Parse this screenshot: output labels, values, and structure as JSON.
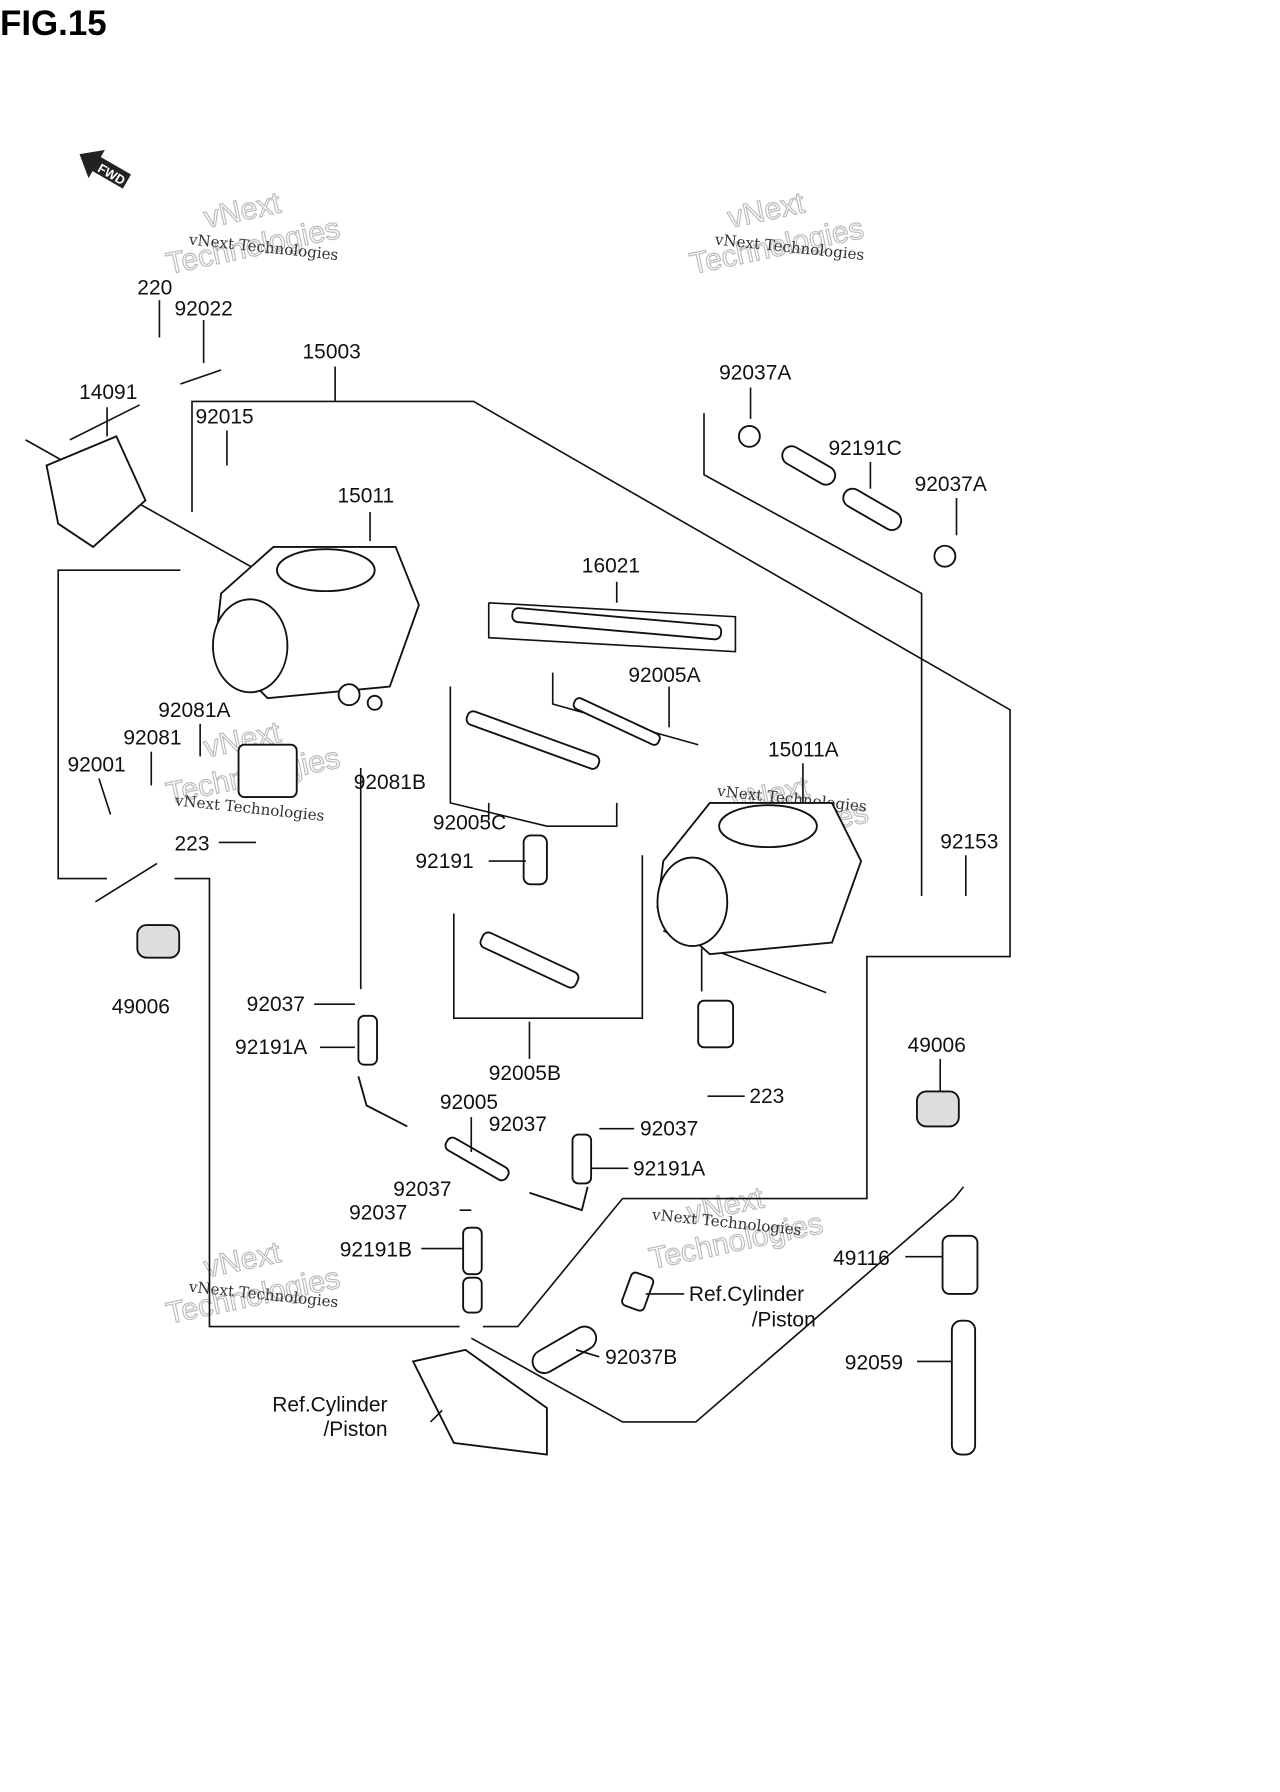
{
  "figure": {
    "title": "FIG.15",
    "fwd_badge": "FWD"
  },
  "watermark": {
    "line1": "vNext Technologies",
    "big1": "vNext",
    "big2": "Technologies"
  },
  "callouts": [
    "220",
    "92022",
    "15003",
    "14091",
    "92015",
    "15011",
    "16021",
    "92037A",
    "92191C",
    "92037A",
    "92005A",
    "15011A",
    "92081A",
    "92081",
    "92001",
    "92081B",
    "223",
    "92005C",
    "92191",
    "92153",
    "49006",
    "92037",
    "92191A",
    "92005B",
    "49006",
    "223",
    "92005",
    "92037",
    "92037",
    "92191A",
    "92037",
    "92037",
    "92191B",
    "49116",
    "Ref.Cylinder",
    "/Piston",
    "92037B",
    "92059",
    "Ref.Cylinder",
    "/Piston"
  ]
}
